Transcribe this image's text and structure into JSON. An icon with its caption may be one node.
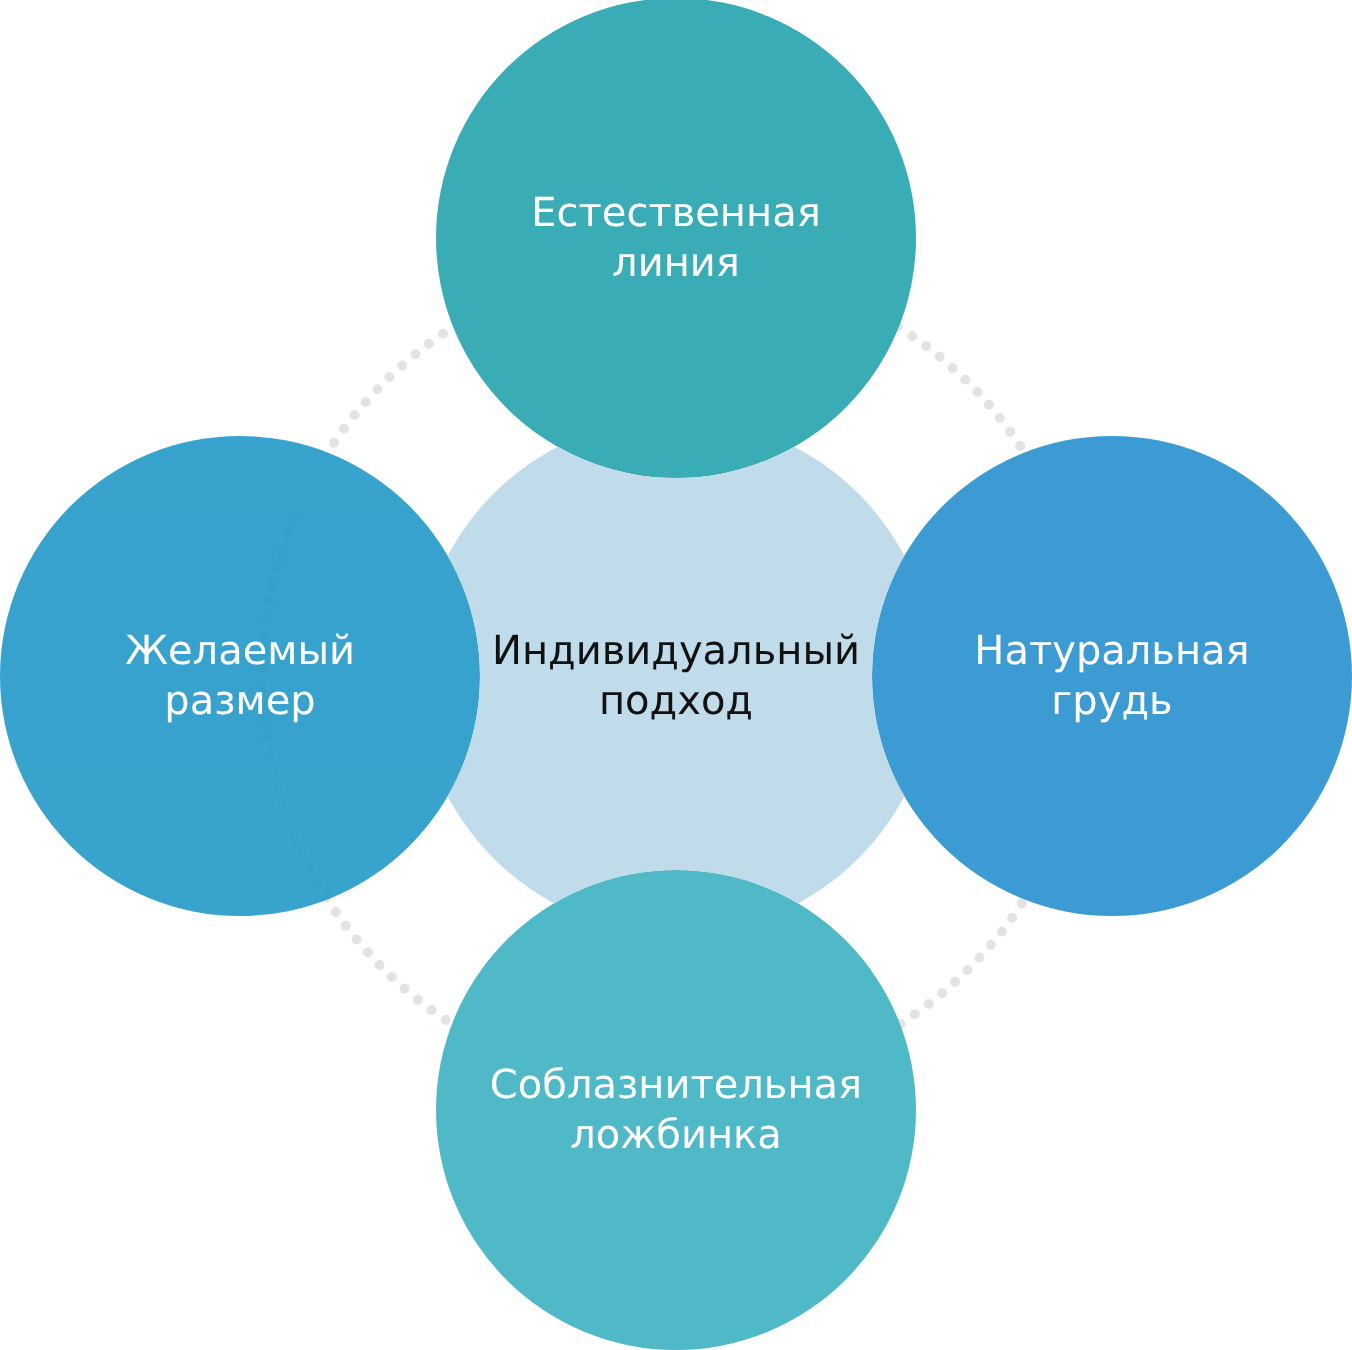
{
  "diagram": {
    "nodes": [
      {
        "text": [
          "Естественная линия"
        ]
      },
      {
        "text": [
          "Желаемый размер"
        ]
      },
      {
        "text": [
          "Индивидуальный подход"
        ]
      },
      {
        "text": [
          "Натуральная грудь"
        ]
      },
      {
        "text": [
          "Соблазнительная ложбинка"
        ]
      }
    ]
  }
}
